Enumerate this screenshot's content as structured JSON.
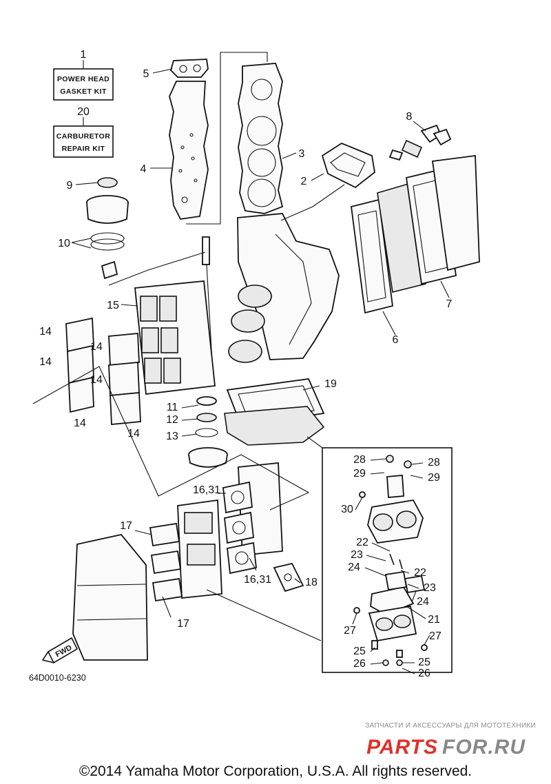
{
  "labels": {
    "p1": "1",
    "p1_box_line1": "POWER HEAD",
    "p1_box_line2": "GASKET KIT",
    "p20": "20",
    "p20_box_line1": "CARBURETOR",
    "p20_box_line2": "REPAIR KIT",
    "p2": "2",
    "p3": "3",
    "p4": "4",
    "p5": "5",
    "p6": "6",
    "p7": "7",
    "p8": "8",
    "p9": "9",
    "p10": "10",
    "p11": "11",
    "p12": "12",
    "p13": "13",
    "p14": "14",
    "p15": "15",
    "p16_31": "16,31",
    "p17": "17",
    "p18": "18",
    "p19": "19",
    "p21": "21",
    "p22": "22",
    "p23": "23",
    "p24": "24",
    "p25": "25",
    "p26": "26",
    "p27": "27",
    "p28": "28",
    "p29": "29",
    "p30": "30"
  },
  "fwd_label": "FWD",
  "diagram_code": "64D0010-6230",
  "watermark": {
    "small": "ЗАПЧАСТИ И АКСЕССУАРЫ ДЛЯ МОТОТЕХНИКИ",
    "big_left": "PARTS",
    "big_right": "FOR.RU",
    "colors": {
      "red": "#e0302a",
      "gray": "#888888"
    }
  },
  "copyright": "©2014 Yamaha Motor Corporation, U.S.A. All rights reserved."
}
